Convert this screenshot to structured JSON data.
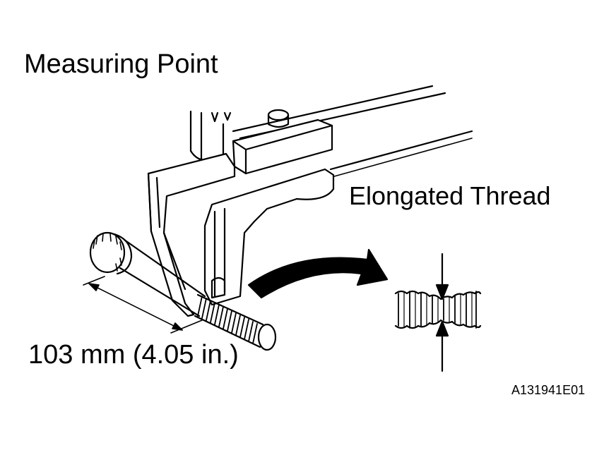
{
  "labels": {
    "measuring_point": "Measuring Point",
    "elongated_thread": "Elongated Thread",
    "dimension": "103 mm (4.05 in.)",
    "figure_code": "A131941E01"
  }
}
